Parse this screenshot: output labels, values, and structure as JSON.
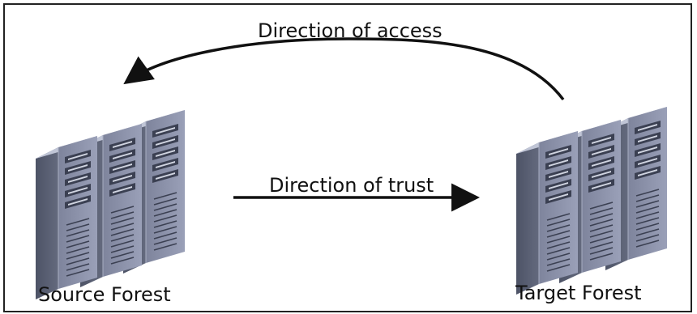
{
  "labels": {
    "direction_of_access": "Direction of access",
    "direction_of_trust": "Direction of trust",
    "source_forest": "Source Forest",
    "target_forest": "Target Forest"
  },
  "colors": {
    "border": "#222222",
    "arrow": "#111111",
    "server_front": "#8a90a8",
    "server_side": "#555b6f",
    "server_top": "#b4bacd"
  },
  "icons": [
    "server-rack-icon"
  ]
}
